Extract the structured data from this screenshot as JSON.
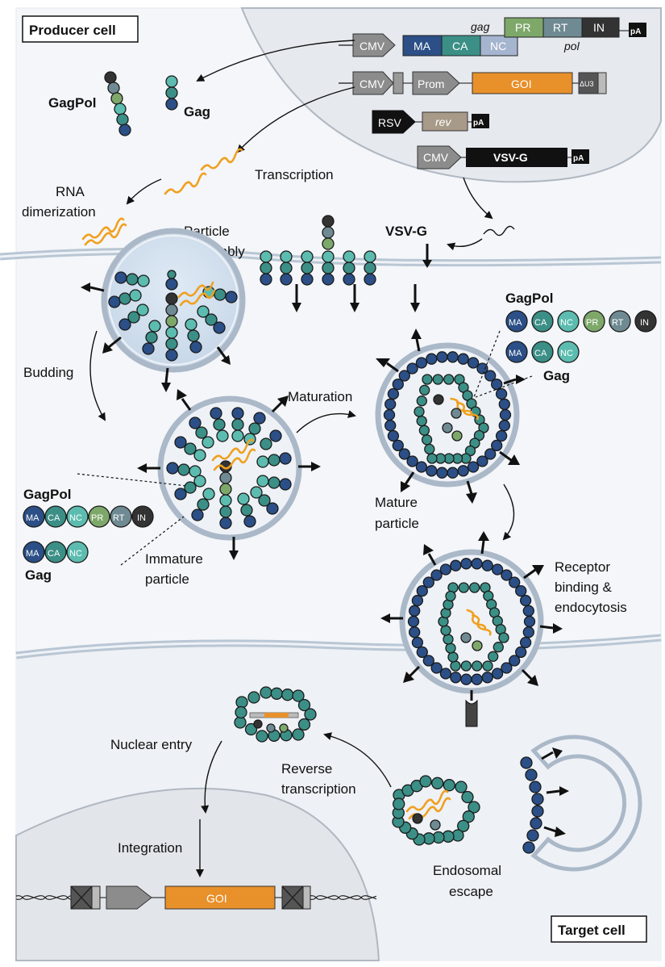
{
  "labels": {
    "producer_cell": "Producer cell",
    "target_cell": "Target cell",
    "gagpol_1": "GagPol",
    "gag_1": "Gag",
    "transcription": "Transcription",
    "rna_dim_1": "RNA",
    "rna_dim_2": "dimerization",
    "assembly_1": "Particle",
    "assembly_2": "assembly",
    "vsvg": "VSV-G",
    "budding": "Budding",
    "maturation": "Maturation",
    "gagpol_2": "GagPol",
    "gag_2": "Gag",
    "gagpol_3": "GagPol",
    "gag_3": "Gag",
    "immature_1": "Immature",
    "immature_2": "particle",
    "mature_1": "Mature",
    "mature_2": "particle",
    "receptor_1": "Receptor",
    "receptor_2": "binding &",
    "receptor_3": "endocytosis",
    "nuclear_entry": "Nuclear entry",
    "reverse_1": "Reverse",
    "reverse_2": "transcription",
    "integration": "Integration",
    "endo_1": "Endosomal",
    "endo_2": "escape"
  },
  "constructs": {
    "gag": "gag",
    "pol": "pol",
    "pr": "PR",
    "rt": "RT",
    "in": "IN",
    "pa": "pA",
    "cmv": "CMV",
    "ma": "MA",
    "ca": "CA",
    "nc": "NC",
    "prom": "Prom",
    "goi": "GOI",
    "du3": "ΔU3",
    "rsv": "RSV",
    "rev": "rev",
    "vsvg": "VSV-G"
  },
  "legend_domains": {
    "ma": "MA",
    "ca": "CA",
    "nc": "NC",
    "pr": "PR",
    "rt": "RT",
    "in": "IN"
  },
  "colors": {
    "ma": "#2b4f86",
    "ca": "#3b8f86",
    "nc": "#5cbcb0",
    "pr": "#7ea86a",
    "rt": "#6f8a92",
    "in": "#333333",
    "goi": "#e8902a",
    "cmv": "#8c8c8c",
    "rev": "#a89a88",
    "rna": "#f0a020",
    "membrane": "#aab8c8"
  }
}
